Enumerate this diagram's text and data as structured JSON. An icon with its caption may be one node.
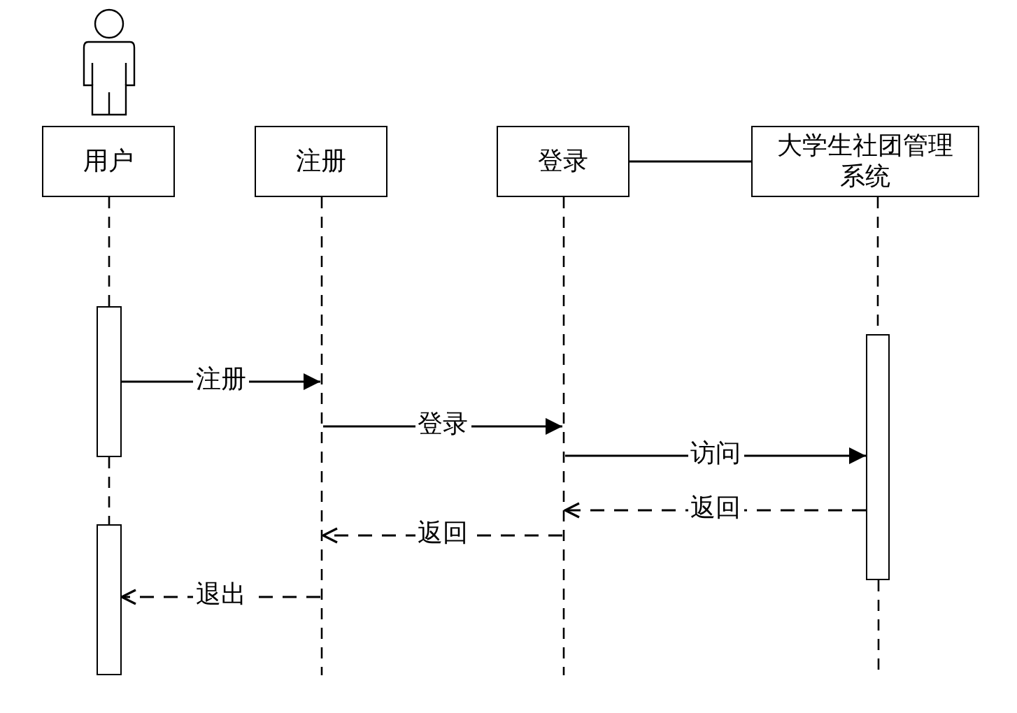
{
  "diagram": {
    "nodes": [
      {
        "text": [
          "用户"
        ]
      },
      {
        "text": [
          "注册"
        ]
      },
      {
        "text": [
          "登录"
        ]
      },
      {
        "text": [
          "大学生社团管理系统"
        ]
      },
      {
        "text": [],
        "shape": "bar"
      },
      {
        "text": [],
        "shape": "bar"
      },
      {
        "text": [],
        "shape": "bar"
      },
      {
        "text": [],
        "shape": "line"
      },
      {
        "text": [],
        "shape": "line"
      }
    ],
    "edges": [
      {
        "from": 2,
        "to": 3,
        "arrow": "none"
      },
      {
        "from": 4,
        "to": 7,
        "arrow": "to",
        "label": "注册"
      },
      {
        "from": 7,
        "to": 8,
        "arrow": "to",
        "label": "登录"
      },
      {
        "from": 8,
        "to": 6,
        "arrow": "to",
        "label": "访问"
      },
      {
        "from": 6,
        "to": 8,
        "arrow": "to",
        "label": "返回",
        "style": "dashed"
      },
      {
        "from": 8,
        "to": 7,
        "arrow": "to",
        "label": "返回",
        "style": "dashed"
      },
      {
        "from": 7,
        "to": 5,
        "arrow": "to",
        "label": "退出",
        "style": "dashed"
      },
      {
        "from": 0,
        "to": 4,
        "arrow": "none",
        "style": "dashed"
      },
      {
        "from": 4,
        "to": 5,
        "arrow": "none",
        "style": "dashed"
      },
      {
        "from": 3,
        "to": 6,
        "arrow": "none",
        "style": "dashed"
      },
      {
        "from": 6,
        "to": null,
        "arrow": "none",
        "style": "dashed"
      }
    ]
  }
}
